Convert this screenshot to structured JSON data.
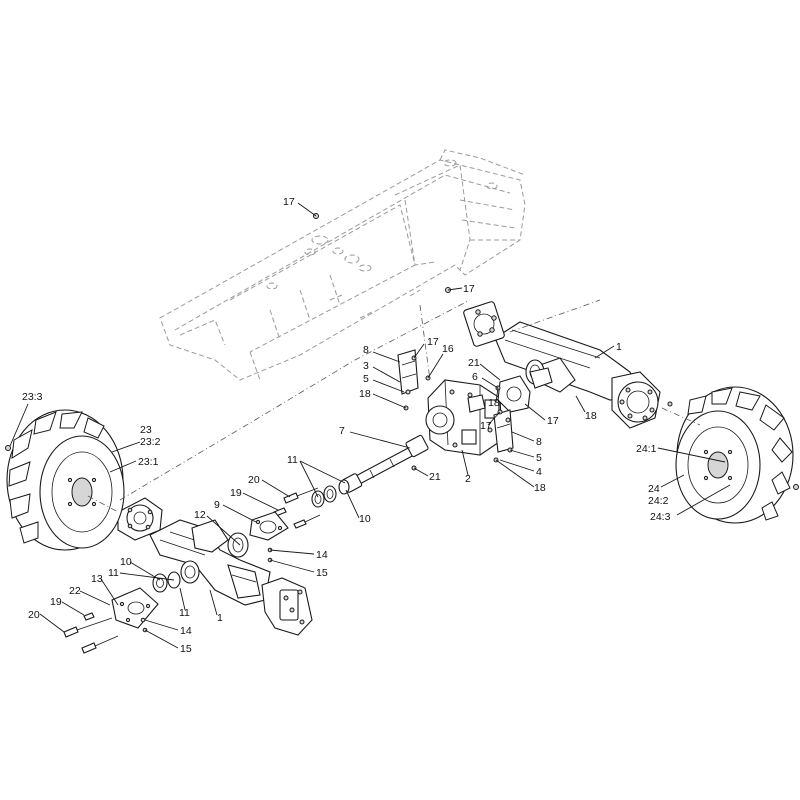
{
  "callouts": [
    {
      "id": "c17a",
      "text": "17"
    },
    {
      "id": "c17b",
      "text": "17"
    },
    {
      "id": "c17c",
      "text": "17"
    },
    {
      "id": "c16",
      "text": "16"
    },
    {
      "id": "c8a",
      "text": "8"
    },
    {
      "id": "c3",
      "text": "3"
    },
    {
      "id": "c5a",
      "text": "5"
    },
    {
      "id": "c18a",
      "text": "18"
    },
    {
      "id": "c21a",
      "text": "21"
    },
    {
      "id": "c6",
      "text": "6"
    },
    {
      "id": "c18b",
      "text": "18"
    },
    {
      "id": "c17d",
      "text": "17"
    },
    {
      "id": "c17e",
      "text": "17"
    },
    {
      "id": "c8b",
      "text": "8"
    },
    {
      "id": "c5b",
      "text": "5"
    },
    {
      "id": "c4",
      "text": "4"
    },
    {
      "id": "c18c",
      "text": "18"
    },
    {
      "id": "c1a",
      "text": "1"
    },
    {
      "id": "c18d",
      "text": "18"
    },
    {
      "id": "c7",
      "text": "7"
    },
    {
      "id": "c21b",
      "text": "21"
    },
    {
      "id": "c2",
      "text": "2"
    },
    {
      "id": "c23_3",
      "text": "23:3"
    },
    {
      "id": "c23",
      "text": "23"
    },
    {
      "id": "c23_2",
      "text": "23:2"
    },
    {
      "id": "c23_1",
      "text": "23:1"
    },
    {
      "id": "c11a",
      "text": "11"
    },
    {
      "id": "c10a",
      "text": "10"
    },
    {
      "id": "c20a",
      "text": "20"
    },
    {
      "id": "c19a",
      "text": "19"
    },
    {
      "id": "c9",
      "text": "9"
    },
    {
      "id": "c12",
      "text": "12"
    },
    {
      "id": "c14a",
      "text": "14"
    },
    {
      "id": "c15a",
      "text": "15"
    },
    {
      "id": "c10b",
      "text": "10"
    },
    {
      "id": "c11b",
      "text": "11"
    },
    {
      "id": "c13",
      "text": "13"
    },
    {
      "id": "c22",
      "text": "22"
    },
    {
      "id": "c11c",
      "text": "11"
    },
    {
      "id": "c1b",
      "text": "1"
    },
    {
      "id": "c19b",
      "text": "19"
    },
    {
      "id": "c20b",
      "text": "20"
    },
    {
      "id": "c14b",
      "text": "14"
    },
    {
      "id": "c15b",
      "text": "15"
    },
    {
      "id": "c24_1",
      "text": "24:1"
    },
    {
      "id": "c24",
      "text": "24"
    },
    {
      "id": "c24_2",
      "text": "24:2"
    },
    {
      "id": "c24_3",
      "text": "24:3"
    }
  ]
}
